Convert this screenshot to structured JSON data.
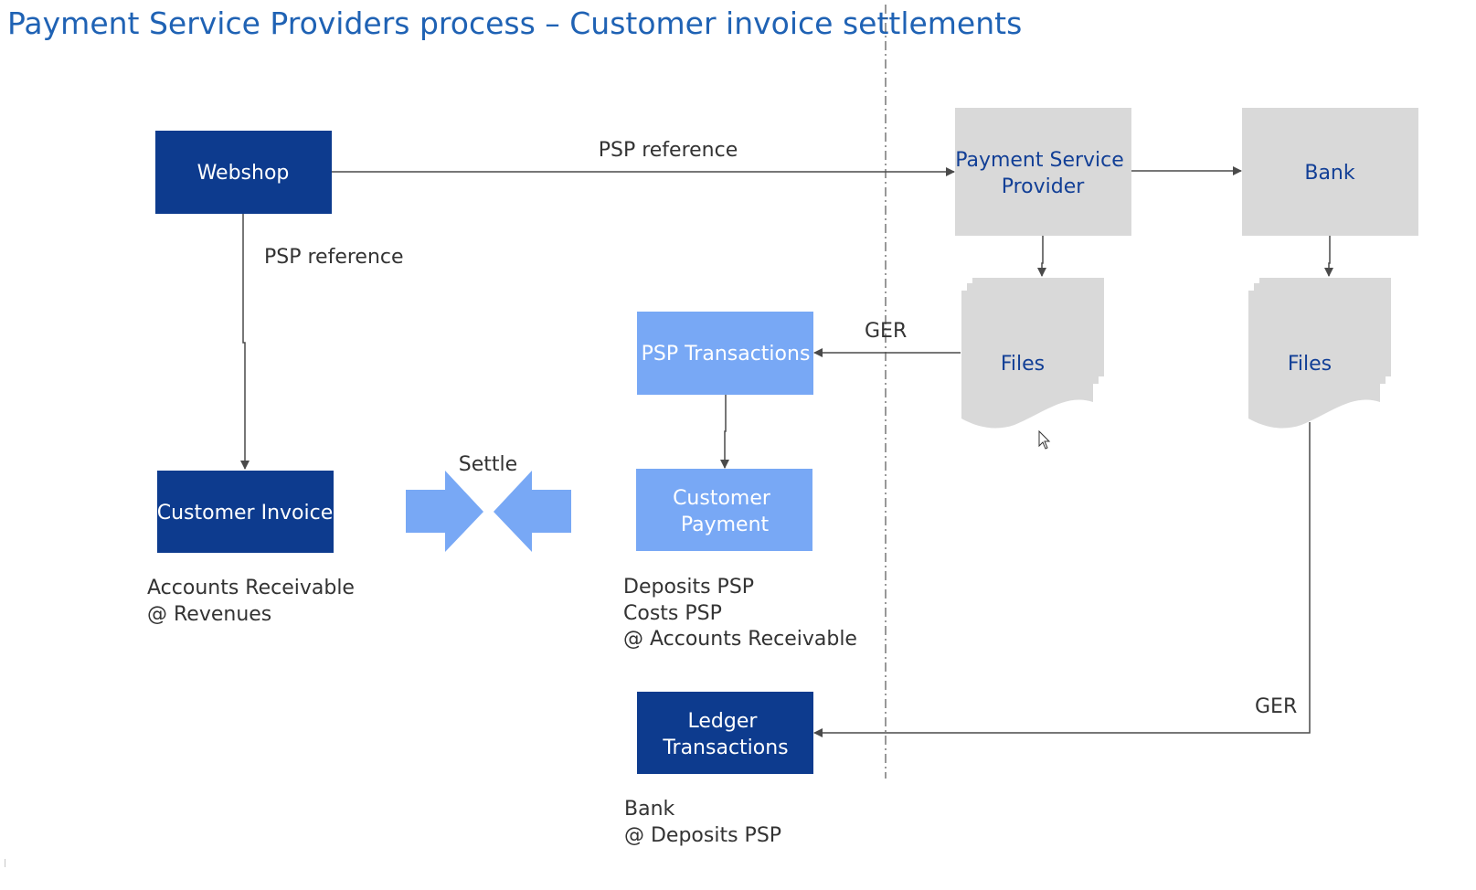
{
  "title": "Payment Service Providers process – Customer invoice settlements",
  "colors": {
    "dark_blue": "#0d3b8e",
    "light_blue": "#78a8f5",
    "gray": "#d9d9d9",
    "title_blue": "#1f62b4",
    "node_text_blue": "#123f96",
    "connector": "#4a4a4a"
  },
  "nodes": {
    "webshop": "Webshop",
    "psp": [
      "Payment Service",
      "Provider"
    ],
    "bank": "Bank",
    "files_psp": "Files",
    "files_bank": "Files",
    "psp_transactions": "PSP Transactions",
    "customer_invoice": "Customer Invoice",
    "customer_payment": [
      "Customer",
      "Payment"
    ],
    "ledger_transactions": [
      "Ledger",
      "Transactions"
    ]
  },
  "edges": {
    "webshop_to_psp": "PSP reference",
    "webshop_to_invoice": "PSP reference",
    "files_to_psp_transactions": "GER",
    "bank_files_to_ledger": "GER",
    "settle": "Settle"
  },
  "notes": {
    "invoice": [
      "Accounts Receivable",
      "@ Revenues"
    ],
    "payment": [
      "Deposits PSP",
      "Costs PSP",
      "@ Accounts Receivable"
    ],
    "ledger": [
      "Bank",
      "@ Deposits PSP"
    ]
  },
  "icons": [
    "arrow-right-icon",
    "arrow-down-icon",
    "arrow-left-icon",
    "mouse-cursor-icon",
    "settle-arrows-icon",
    "document-stack-icon"
  ]
}
